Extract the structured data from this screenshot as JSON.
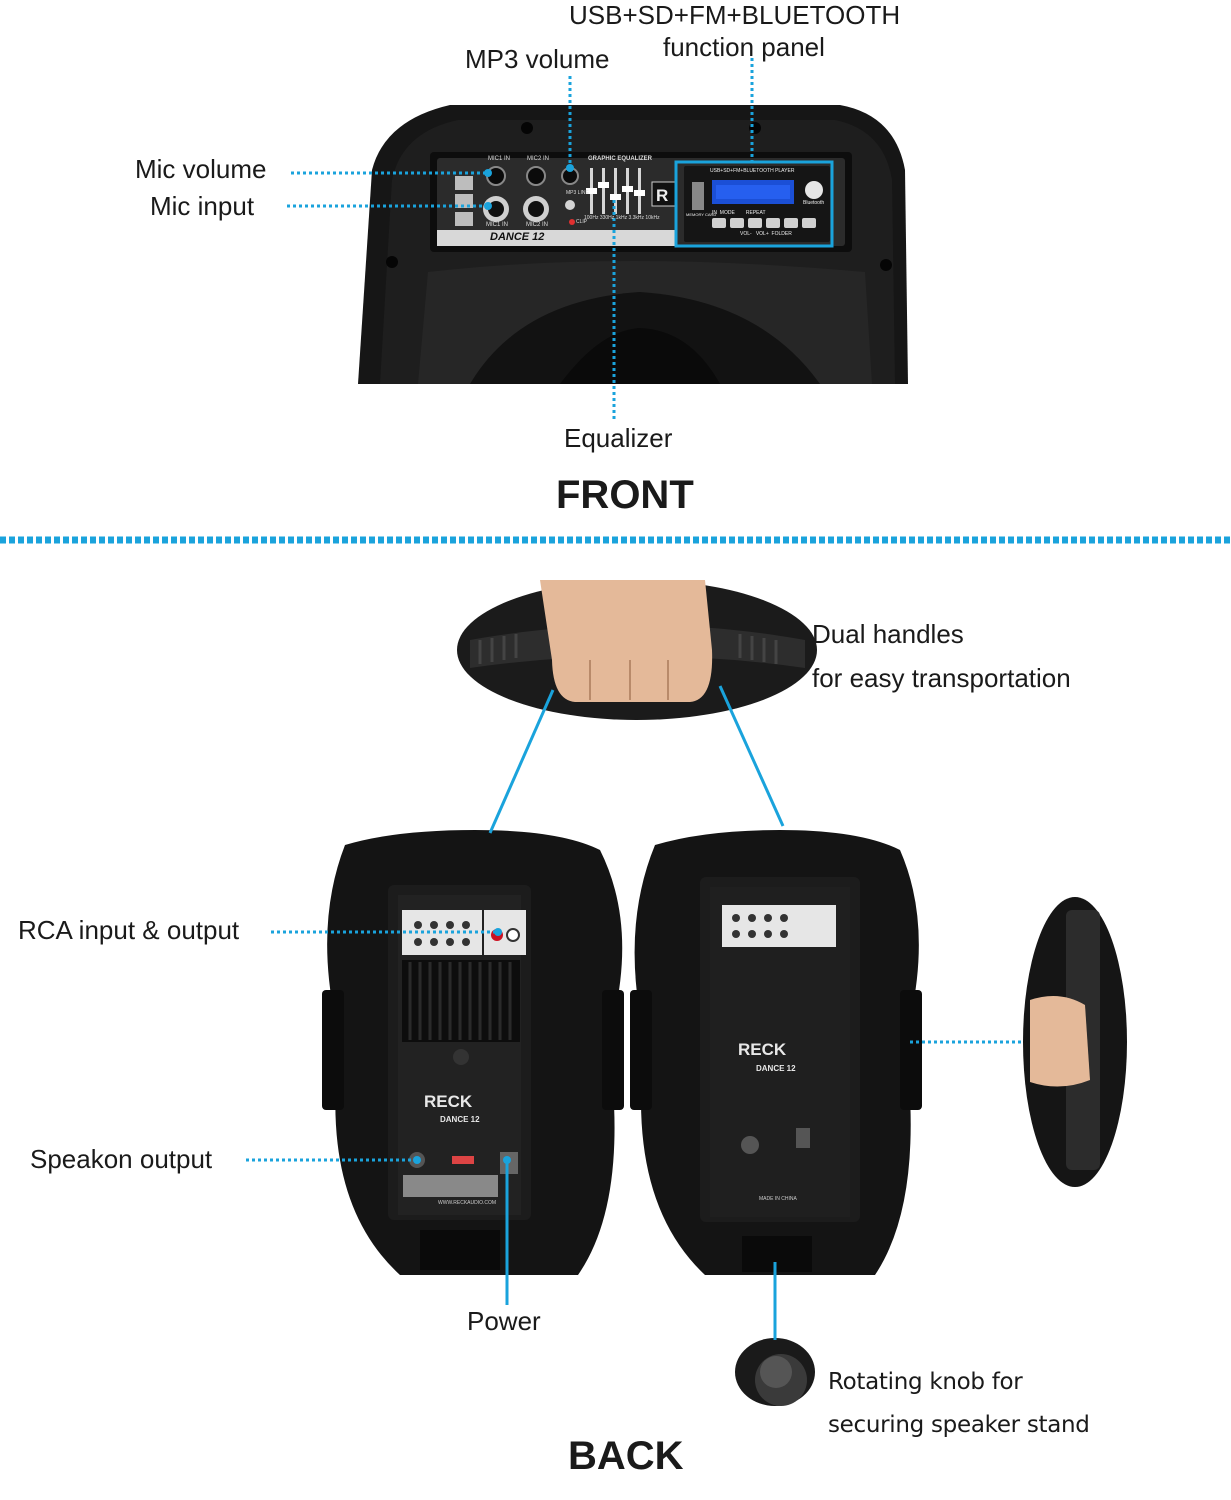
{
  "front": {
    "section_title": "FRONT",
    "callouts": {
      "usb_panel_line1": "USB+SD+FM+BLUETOOTH",
      "usb_panel_line2": "function panel",
      "mp3_volume": "MP3 volume",
      "mic_volume": "Mic volume",
      "mic_input": "Mic input",
      "equalizer": "Equalizer"
    },
    "panel": {
      "mic1_in_top": "MIC1 IN",
      "mic2_in_top": "MIC2 IN",
      "mic1_in_bottom": "MIC1 IN",
      "mic2_in_bottom": "MIC2 IN",
      "eq_title": "GRAPHIC EQUALIZER",
      "eq_freqs": "100Hz  330Hz  1kHz  3.3kHz  10kHz",
      "clip": "CLIP",
      "mp3_line": "MP3 LINE",
      "model": "DANCE 12",
      "player_title": "USB+SD+FM+BLUETOOTH PLAYER",
      "player_buttons": "IN  MODE        REPEAT",
      "player_bottom": "VOL-   VOL+  FOLDER",
      "bluetooth": "Bluetooth",
      "memory_card": "MEMORY CARD"
    }
  },
  "back": {
    "section_title": "BACK",
    "callouts": {
      "handles_line1": "Dual handles",
      "handles_line2": "for easy transportation",
      "rca": "RCA input & output",
      "speakon": "Speakon output",
      "power": "Power",
      "knob_line1": "Rotating knob for",
      "knob_line2": "securing speaker stand"
    },
    "speaker": {
      "brand": "RECK",
      "model": "DANCE 12",
      "website": "WWW.RECKAUDIO.COM",
      "made_in": "MADE IN CHINA"
    }
  },
  "colors": {
    "accent": "#1aa3dc",
    "speaker_body": "#151515",
    "panel": "#2a2a2a",
    "display": "#1b4fd6"
  }
}
